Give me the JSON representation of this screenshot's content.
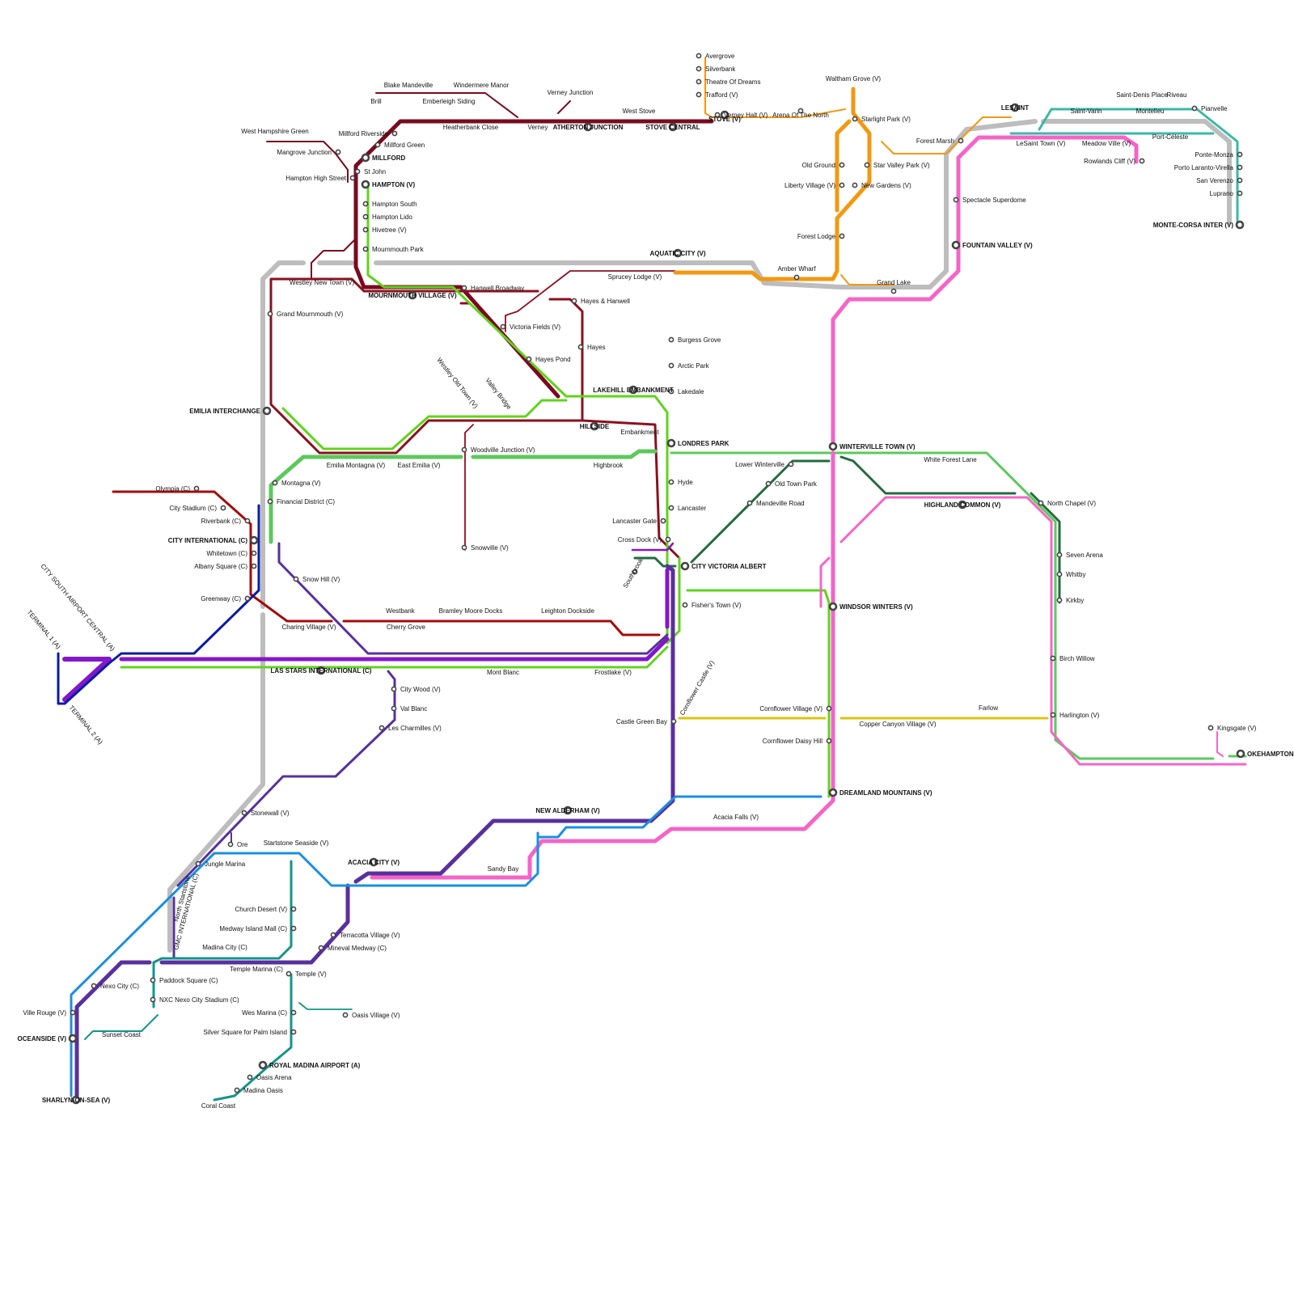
{
  "colors": {
    "maroon": "#7a0a1e",
    "red": "#a30c0c",
    "darkred": "#8b1020",
    "lime": "#5fd41b",
    "green": "#5bc95b",
    "darkgreen": "#226b3f",
    "orange": "#f4980f",
    "grey": "#bdbdbd",
    "pink": "#f564c8",
    "teal": "#3bb8a6",
    "purple": "#58309e",
    "violet": "#8417c9",
    "navy": "#0a1aa8",
    "blue": "#1a8fe0",
    "seagreen": "#149488",
    "yellow": "#dcc40e"
  },
  "stations": [
    {
      "name": "Avergrove"
    },
    {
      "name": "Silverbank"
    },
    {
      "name": "Theatre Of Dreams"
    },
    {
      "name": "Trafford (V)"
    },
    {
      "name": "Verney Halt (V)"
    },
    {
      "name": "STOVE (V)"
    },
    {
      "name": "Arena Of The North"
    },
    {
      "name": "Waltham Grove (V)"
    },
    {
      "name": "Starlight Park (V)"
    },
    {
      "name": "Old Ground"
    },
    {
      "name": "Star Valley Park (V)"
    },
    {
      "name": "Liberty Village (V)"
    },
    {
      "name": "New Gardens (V)"
    },
    {
      "name": "Forest Lodge"
    },
    {
      "name": "Amber Wharf"
    },
    {
      "name": "Grand Lake"
    },
    {
      "name": "Blake Mandeville"
    },
    {
      "name": "Windermere Manor"
    },
    {
      "name": "Brill"
    },
    {
      "name": "Emberleigh Siding"
    },
    {
      "name": "Verney Junction"
    },
    {
      "name": "West Stove"
    },
    {
      "name": "Heatherbank Close"
    },
    {
      "name": "Verney"
    },
    {
      "name": "ATHERTON JUNCTION"
    },
    {
      "name": "STOVE CENTRAL"
    },
    {
      "name": "West Hampshire Green"
    },
    {
      "name": "Millford Riverside"
    },
    {
      "name": "Millford Green"
    },
    {
      "name": "Mangrove Junction"
    },
    {
      "name": "MILLFORD"
    },
    {
      "name": "St John"
    },
    {
      "name": "Hampton High Street"
    },
    {
      "name": "HAMPTON (V)"
    },
    {
      "name": "Hampton South"
    },
    {
      "name": "Hampton Lido"
    },
    {
      "name": "Hivetree (V)"
    },
    {
      "name": "Mournmouth Park"
    },
    {
      "name": "AQUATIC CITY (V)"
    },
    {
      "name": "Sprucey Lodge (V)"
    },
    {
      "name": "Westley New Town (V)"
    },
    {
      "name": "Hanwell Broadway"
    },
    {
      "name": "MOURNMOUTH VILLAGE (V)"
    },
    {
      "name": "Hayes & Hanwell"
    },
    {
      "name": "Grand Mournmouth (V)"
    },
    {
      "name": "Victoria Fields (V)"
    },
    {
      "name": "Burgess Grove"
    },
    {
      "name": "Hayes"
    },
    {
      "name": "Hayes Pond"
    },
    {
      "name": "Arctic Park"
    },
    {
      "name": "Westley Old Town (V)"
    },
    {
      "name": "Valley Bridge"
    },
    {
      "name": "LAKEHILL EMBANKMENT"
    },
    {
      "name": "Lakedale"
    },
    {
      "name": "EMILIA INTERCHANGE"
    },
    {
      "name": "HILLSIDE"
    },
    {
      "name": "Embankment"
    },
    {
      "name": "LONDRES PARK"
    },
    {
      "name": "Emilia Montagna (V)"
    },
    {
      "name": "East Emilia (V)"
    },
    {
      "name": "Woodville Junction (V)"
    },
    {
      "name": "Highbrook"
    },
    {
      "name": "Montagna (V)"
    },
    {
      "name": "Hyde"
    },
    {
      "name": "Financial District (C)"
    },
    {
      "name": "Lancaster"
    },
    {
      "name": "Olympia (C)"
    },
    {
      "name": "City Stadium (C)"
    },
    {
      "name": "Riverbank (C)"
    },
    {
      "name": "Lancaster Gate"
    },
    {
      "name": "CITY INTERNATIONAL (C)"
    },
    {
      "name": "Cross Dock (V)"
    },
    {
      "name": "Snowville (V)"
    },
    {
      "name": "Whitetown (C)"
    },
    {
      "name": "CITY VICTORIA ALBERT"
    },
    {
      "name": "Albany Square (C)"
    },
    {
      "name": "Southbrook"
    },
    {
      "name": "Snow Hill (V)"
    },
    {
      "name": "Greenway (C)"
    },
    {
      "name": "Fisher's Town (V)"
    },
    {
      "name": "Westbank"
    },
    {
      "name": "Bramley Moore Docks"
    },
    {
      "name": "Leighton Dockside"
    },
    {
      "name": "Charing Village (V)"
    },
    {
      "name": "Cherry Grove"
    },
    {
      "name": "CITY SOUTH AIRPORT CENTRAL (A)"
    },
    {
      "name": "TERMINAL 1 (A)"
    },
    {
      "name": "TERMINAL 2 (A)"
    },
    {
      "name": "LAS STARS INTERNATIONAL (C)"
    },
    {
      "name": "Mont Blanc"
    },
    {
      "name": "Frostlake (V)"
    },
    {
      "name": "City Wood (V)"
    },
    {
      "name": "Val Blanc"
    },
    {
      "name": "Les Charmilles (V)"
    },
    {
      "name": "Cornflower Castle (V)"
    },
    {
      "name": "Castle Green Bay"
    },
    {
      "name": "Cornflower Village (V)"
    },
    {
      "name": "Cornflower Daisy Hill"
    },
    {
      "name": "Farlow"
    },
    {
      "name": "Copper Canyon Village (V)"
    },
    {
      "name": "Harlington (V)"
    },
    {
      "name": "Kingsgate (V)"
    },
    {
      "name": "OKEHAMPTON"
    },
    {
      "name": "NEW ALDERHAM (V)"
    },
    {
      "name": "Acacia Falls (V)"
    },
    {
      "name": "DREAMLAND MOUNTAINS (V)"
    },
    {
      "name": "Stonewall (V)"
    },
    {
      "name": "Ore"
    },
    {
      "name": "Startstone Seaside (V)"
    },
    {
      "name": "Jungle Marina"
    },
    {
      "name": "ACACIA CITY (V)"
    },
    {
      "name": "Sandy Bay"
    },
    {
      "name": "North Startstone"
    },
    {
      "name": "GMC INTERNATIONAL (C)"
    },
    {
      "name": "Church Desert (V)"
    },
    {
      "name": "Medway Island Mall (C)"
    },
    {
      "name": "Terracotta Village (V)"
    },
    {
      "name": "Mineval Medway (C)"
    },
    {
      "name": "Madina City (C)"
    },
    {
      "name": "Temple Marina (C)"
    },
    {
      "name": "Temple (V)"
    },
    {
      "name": "Paddock Square (C)"
    },
    {
      "name": "Nexo City (C)"
    },
    {
      "name": "NXC Nexo City Stadium (C)"
    },
    {
      "name": "Wes Marina (C)"
    },
    {
      "name": "Oasis Village (V)"
    },
    {
      "name": "Ville Rouge (V)"
    },
    {
      "name": "Silver Square for Palm Island"
    },
    {
      "name": "Sunset Coast"
    },
    {
      "name": "OCEANSIDE (V)"
    },
    {
      "name": "ROYAL MADINA AIRPORT (A)"
    },
    {
      "name": "Oasis Arena"
    },
    {
      "name": "Madina Oasis"
    },
    {
      "name": "SHARLYN-ON-SEA (V)"
    },
    {
      "name": "Coral Coast"
    },
    {
      "name": "LESAINT"
    },
    {
      "name": "Saint-Denis Place"
    },
    {
      "name": "Riveau"
    },
    {
      "name": "Saint-Varin"
    },
    {
      "name": "Montelieu"
    },
    {
      "name": "Pianvelle"
    },
    {
      "name": "Forest Marsh"
    },
    {
      "name": "LeSaint Town (V)"
    },
    {
      "name": "Meadow Ville (V)"
    },
    {
      "name": "Port-Céleste"
    },
    {
      "name": "Rowlands Cliff (V)"
    },
    {
      "name": "Ponte-Monza"
    },
    {
      "name": "Porto Laranto-Virella"
    },
    {
      "name": "San Verenzo"
    },
    {
      "name": "Luprano"
    },
    {
      "name": "Spectacle Superdome"
    },
    {
      "name": "MONTE-CORSA INTER (V)"
    },
    {
      "name": "FOUNTAIN VALLEY (V)"
    },
    {
      "name": "WINTERVILLE TOWN (V)"
    },
    {
      "name": "White Forest Lane"
    },
    {
      "name": "Lower Winterville"
    },
    {
      "name": "Old Town Park"
    },
    {
      "name": "HIGHLAND COMMON (V)"
    },
    {
      "name": "North Chapel (V)"
    },
    {
      "name": "Mandeville Road"
    },
    {
      "name": "Seven Arena"
    },
    {
      "name": "Whitby"
    },
    {
      "name": "WINDSOR WINTERS (V)"
    },
    {
      "name": "Kirkby"
    },
    {
      "name": "Birch Willow"
    }
  ]
}
